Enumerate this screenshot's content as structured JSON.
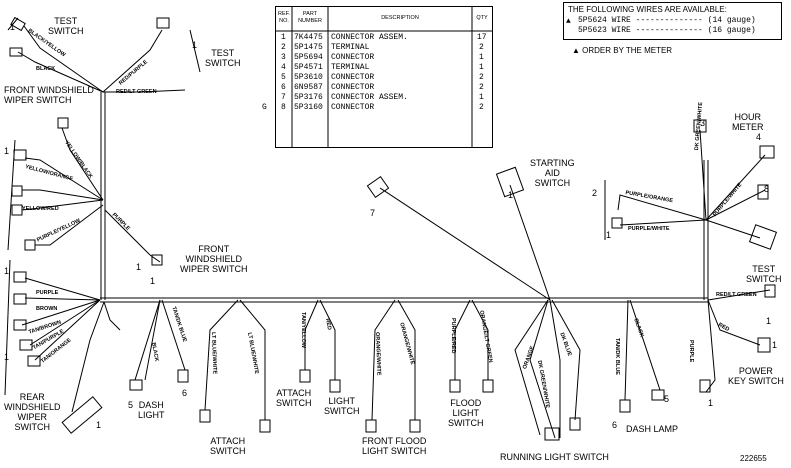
{
  "parts_table": {
    "headers": {
      "ref": "REF.\nNO.",
      "part": "PART\nNUMBER",
      "desc": "DESCRIPTION",
      "qty": "QTY"
    },
    "rows": [
      {
        "ref": "1",
        "part": "7K4475",
        "desc": "CONNECTOR ASSEM.",
        "qty": "17"
      },
      {
        "ref": "2",
        "part": "5P1475",
        "desc": "TERMINAL",
        "qty": "2"
      },
      {
        "ref": "3",
        "part": "5P5694",
        "desc": "CONNECTOR",
        "qty": "1"
      },
      {
        "ref": "4",
        "part": "5P4571",
        "desc": "TERMINAL",
        "qty": "1"
      },
      {
        "ref": "5",
        "part": "5P3610",
        "desc": "CONNECTOR",
        "qty": "2"
      },
      {
        "ref": "6",
        "part": "6N9587",
        "desc": "CONNECTOR",
        "qty": "2"
      },
      {
        "ref": "7",
        "part": "5P3176",
        "desc": "CONNECTOR ASSEM.",
        "qty": "1"
      },
      {
        "ref": "8",
        "part": "5P3160",
        "desc": "CONNECTOR",
        "qty": "2"
      }
    ],
    "g_mark": "G"
  },
  "wires_box": {
    "title": "THE FOLLOWING WIRES ARE AVAILABLE:",
    "marker": "▲",
    "rows": [
      {
        "part": "5P5624",
        "desc": "WIRE",
        "gauge": "(14 gauge)"
      },
      {
        "part": "5P5623",
        "desc": "WIRE",
        "gauge": "(16 gauge)"
      }
    ]
  },
  "order_note": "▲ ORDER BY THE METER",
  "component_labels": {
    "test_switch_top_left": "TEST\nSWITCH",
    "test_switch_top": "TEST\nSWITCH",
    "front_wiper_switch_top": "FRONT WINDSHIELD\nWIPER SWITCH",
    "front_wiper_switch_mid": "FRONT\nWINDSHIELD\nWIPER SWITCH",
    "rear_wiper_switch": "REAR\nWINDSHIELD\nWIPER\nSWITCH",
    "dash_light": "DASH\nLIGHT",
    "attach_switch_1": "ATTACH\nSWITCH",
    "attach_switch_2": "ATTACH\nSWITCH",
    "light_switch": "LIGHT\nSWITCH",
    "front_flood_switch": "FRONT FLOOD\nLIGHT SWITCH",
    "flood_light_switch": "FLOOD\nLIGHT\nSWITCH",
    "running_light_switch": "RUNNING LIGHT SWITCH",
    "dash_lamp": "DASH LAMP",
    "starting_aid_switch": "STARTING\nAID\nSWITCH",
    "hour_meter": "HOUR\nMETER",
    "test_switch_right": "TEST\nSWITCH",
    "power_key_switch": "POWER\nKEY SWITCH"
  },
  "wire_labels": {
    "black_yellow": "BLACK/YELLOW",
    "black": "BLACK",
    "red_purple": "RED/PURPLE",
    "red_lt_green": "RED/LT GREEN",
    "yellow_black": "YELLOW/BLACK",
    "yellow_orange": "YELLOW/ORANGE",
    "yellow_red": "YELLOW/RED",
    "purple_yellow": "PURPLE/YELLOW",
    "purple": "PURPLE",
    "purple_left": "PURPLE",
    "brown": "BROWN",
    "tan_brown": "TAN/BROWN",
    "tan_purple": "TAN/PURPLE",
    "tan_orange": "TAN/ORANGE",
    "tan_dk_blue": "TAN/DK BLUE",
    "black_dash": "BLACK",
    "lt_blue_white": "LT BLUE/WHITE",
    "lt_blue_white_2": "LT BLUE/WHITE",
    "tan_yellow": "TAN/YELLOW",
    "red": "RED",
    "orange_white": "ORANGE/WHITE",
    "orange_white_2": "ORANGE/WHITE",
    "purple_red": "PURPLE/RED",
    "orange_lt_green": "ORANGE/LT GREEN",
    "orange": "ORANGE",
    "dk_blue": "DK BLUE",
    "dk_green_white": "DK GREEN/WHITE",
    "tan_dk_blue_2": "TAN/DK BLUE",
    "black_2": "BLACK",
    "dk_green_white_top": "DK GREEN/WHITE",
    "purple_orange": "PURPLE/ORANGE",
    "purple_white": "PURPLE/WHITE",
    "purple_white_2": "PURPLE/WHITE",
    "red_lt_green_right": "RED/LT GREEN",
    "purple_right": "PURPLE",
    "red_right": "RED"
  },
  "ref_numbers": [
    "1",
    "1",
    "1",
    "1",
    "1",
    "1",
    "1",
    "1",
    "5",
    "6",
    "7",
    "1",
    "3",
    "4",
    "8",
    "2",
    "1",
    "1",
    "6",
    "5",
    "1",
    "1"
  ],
  "figure_number": "222655"
}
